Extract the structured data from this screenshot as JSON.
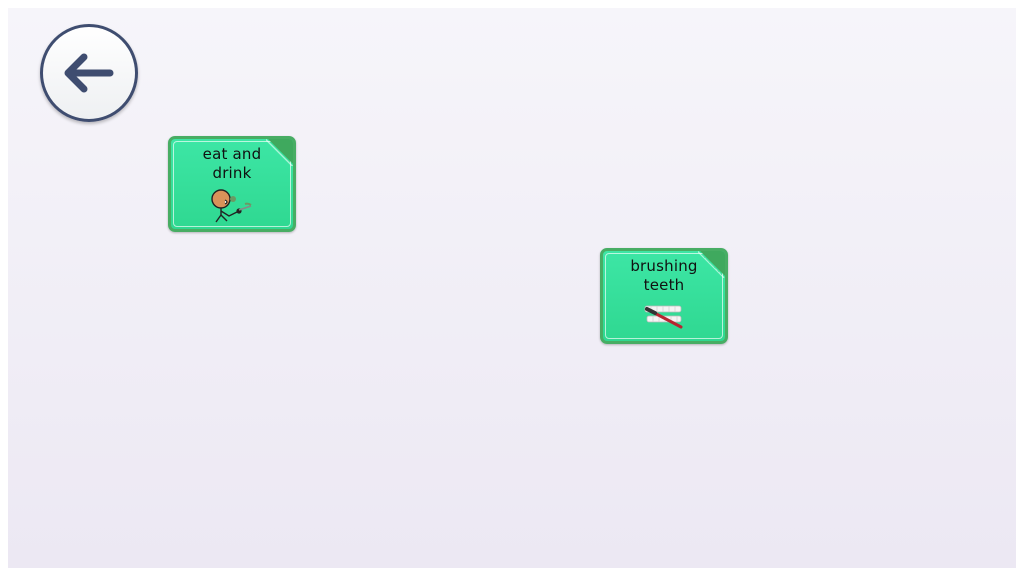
{
  "board": {
    "tiles": [
      {
        "id": "eat-and-drink",
        "label": "eat and\ndrink",
        "symbol": "eating-figure-icon"
      },
      {
        "id": "brushing-teeth",
        "label": "brushing\nteeth",
        "symbol": "toothbrush-teeth-icon"
      }
    ]
  },
  "colors": {
    "tile_fill": "#36df9b",
    "tile_border": "#48ad64",
    "tile_corner": "#3fa95e",
    "back_ring": "#3f4d70",
    "background": "#f1eff7"
  },
  "icons": {
    "back": "arrow-left-icon"
  }
}
